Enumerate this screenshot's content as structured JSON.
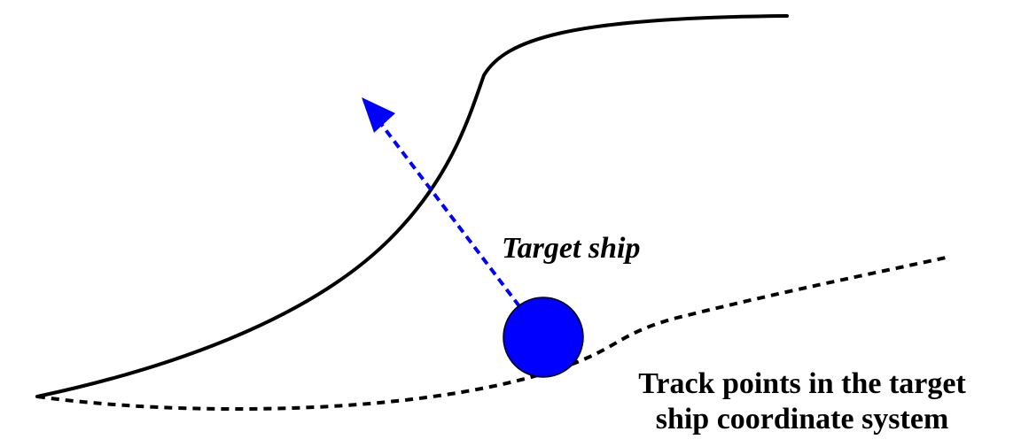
{
  "labels": {
    "target_ship": "Target ship",
    "track_points_line1": "Track points in the target",
    "track_points_line2": "ship coordinate system"
  },
  "colors": {
    "ship": "#0000ff",
    "heading_arrow": "#0000ff",
    "boundary": "#000000",
    "track": "#000000"
  }
}
